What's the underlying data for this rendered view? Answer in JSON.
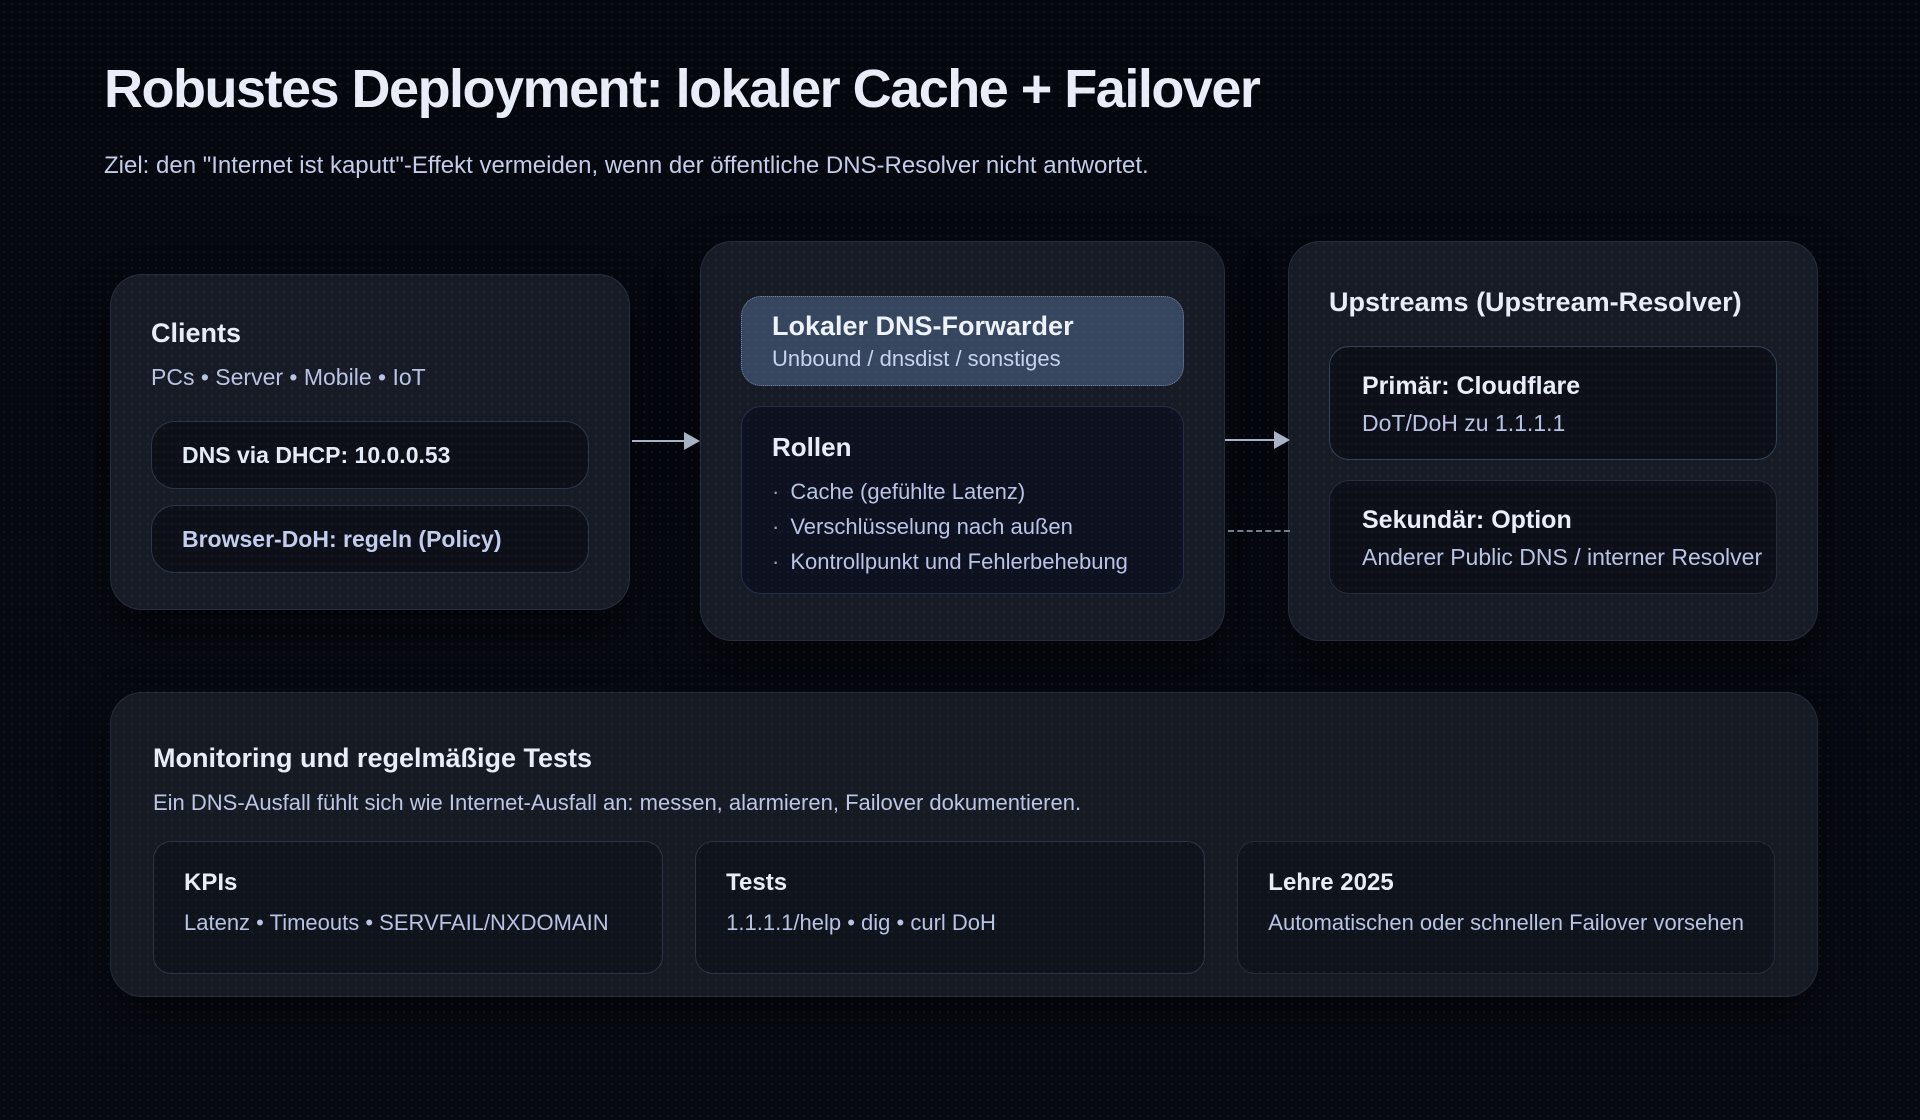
{
  "page": {
    "title": "Robustes Deployment: lokaler Cache + Failover",
    "subtitle": "Ziel: den \"Internet ist kaputt\"-Effekt vermeiden, wenn der öffentliche DNS-Resolver nicht antwortet."
  },
  "clients_box": {
    "title": "Clients",
    "subtitle": "PCs • Server • Mobile • IoT",
    "pills": [
      "DNS via DHCP: 10.0.0.53",
      "Browser-DoH: regeln (Policy)"
    ]
  },
  "forwarder_box": {
    "header_title": "Lokaler DNS-Forwarder",
    "header_subtitle": "Unbound / dnsdist / sonstiges",
    "roles_title": "Rollen",
    "bullet": "·",
    "roles": [
      "Cache (gefühlte Latenz)",
      "Verschlüsselung nach außen",
      "Kontrollpunkt und Fehlerbehebung"
    ]
  },
  "upstreams_box": {
    "title": "Upstreams (Upstream-Resolver)",
    "items": [
      {
        "title": "Primär: Cloudflare",
        "subtitle": "DoT/DoH zu 1.1.1.1"
      },
      {
        "title": "Sekundär: Option",
        "subtitle": "Anderer Public DNS / interner Resolver"
      }
    ]
  },
  "monitoring_panel": {
    "title": "Monitoring und regelmäßige Tests",
    "subtitle": "Ein DNS-Ausfall fühlt sich wie Internet-Ausfall an: messen, alarmieren, Failover dokumentieren.",
    "cards": [
      {
        "title": "KPIs",
        "text": "Latenz • Timeouts • SERVFAIL/NXDOMAIN"
      },
      {
        "title": "Tests",
        "text": "1.1.1.1/help • dig • curl DoH"
      },
      {
        "title": "Lehre 2025",
        "text": "Automatischen oder schnellen Failover vorsehen"
      }
    ]
  },
  "colors": {
    "background": "#05070e",
    "card_background": "#171b25",
    "inner_card_background": "#0d1019",
    "forwarder_header_background": "#36465f",
    "heading_text": "#e9edf8",
    "body_text": "#b9c3e4",
    "arrow": "#a9b2c4"
  }
}
